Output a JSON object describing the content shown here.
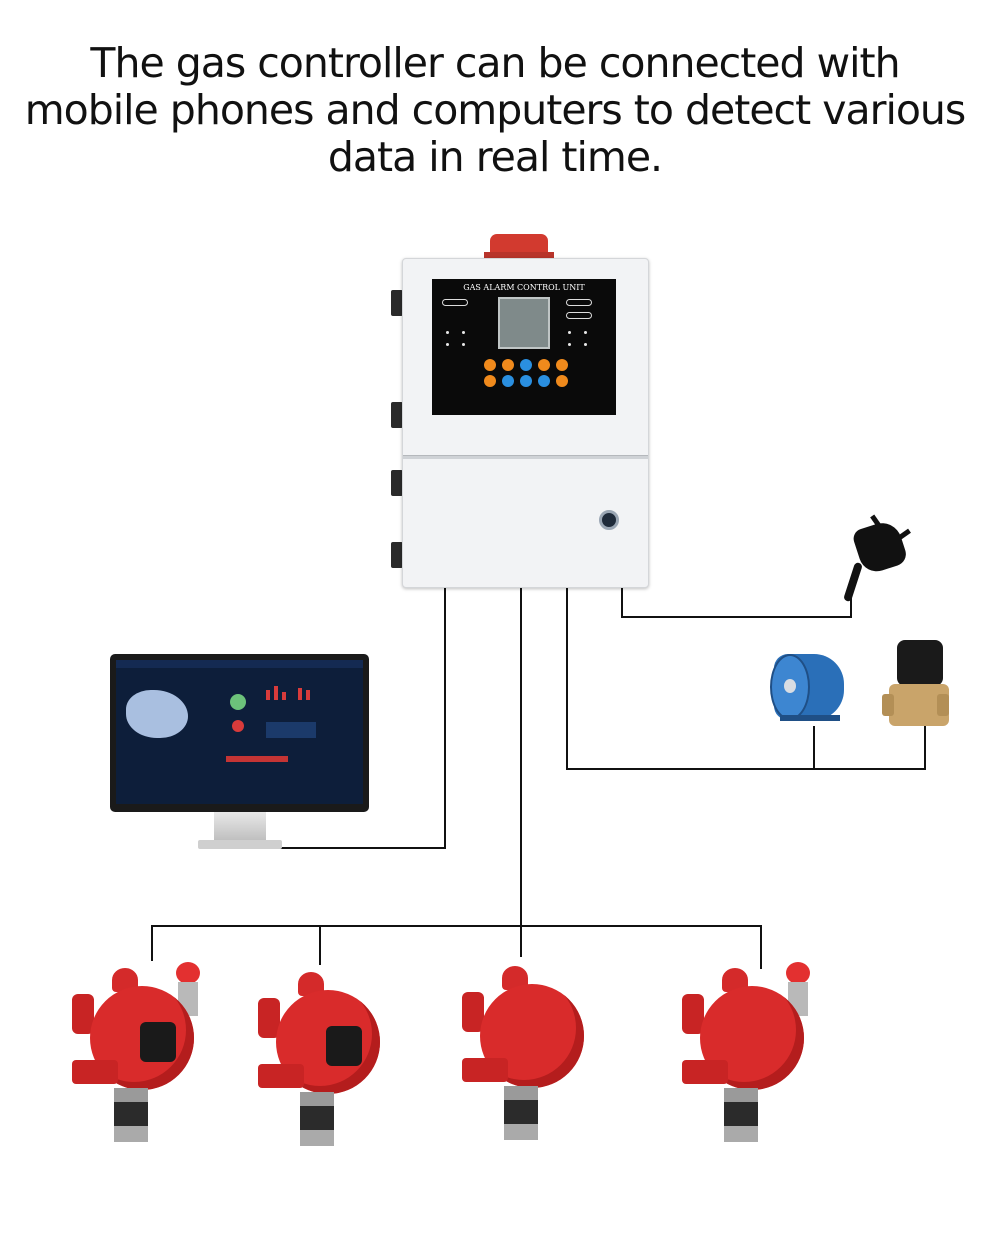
{
  "headline": {
    "line1": "The gas controller can be connected with",
    "line2": "mobile phones and computers to detect various",
    "line3": "data in real time."
  },
  "controller": {
    "panel_title": "GAS ALARM CONTROL UNIT"
  },
  "colors": {
    "detector_red": "#d92b2b",
    "key_orange": "#f08a1c",
    "key_blue": "#2a8fe0",
    "fan_blue": "#2a6fb8",
    "valve_brass": "#c9a46a"
  }
}
